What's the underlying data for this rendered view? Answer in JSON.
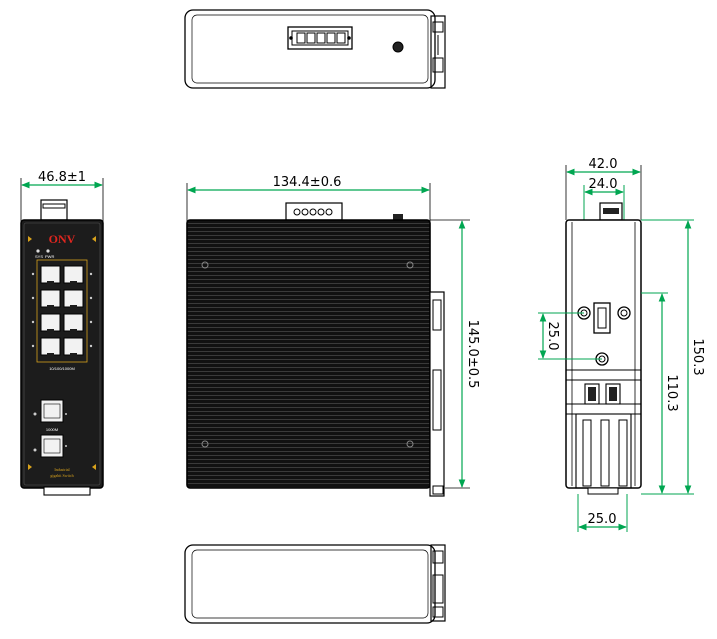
{
  "dimensions": {
    "front_width": "46.8±1",
    "side_width": "134.4±0.6",
    "side_height": "145.0±0.5",
    "rear_width": "42.0",
    "rear_inner_width": "24.0",
    "rear_hole_spacing": "25.0",
    "rear_total_height": "150.3",
    "rear_clip_height": "110.3",
    "rear_bottom_width": "25.0"
  },
  "front_panel": {
    "brand": "ONV",
    "led_labels": [
      "SYS",
      "PWR"
    ],
    "port_speed_label": "10/100/1000M",
    "sfp_speed_label": "1000M",
    "product_line1": "Industrial",
    "product_line2": "gigabit Switch"
  },
  "colors": {
    "line": "#000000",
    "dimension": "#00a651",
    "front_panel": "#1c1c1c",
    "brand_red": "#e0261f",
    "accent_gold": "#d8a21c",
    "heatsink": "#111111"
  }
}
